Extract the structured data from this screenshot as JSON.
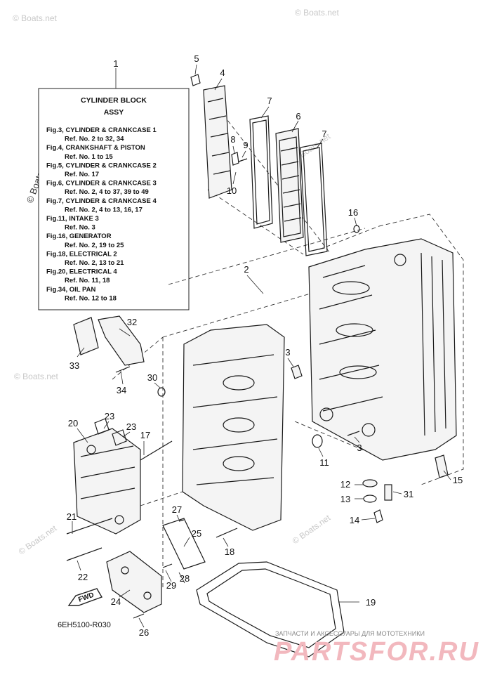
{
  "legend": {
    "title_line1": "CYLINDER  BLOCK",
    "title_line2": "ASSY",
    "lines": [
      "Fig.3, CYLINDER & CRANKCASE 1",
      "Ref. No. 2 to 32, 34",
      "Fig.4, CRANKSHAFT & PISTON",
      "Ref. No. 1 to 15",
      "Fig.5, CYLINDER & CRANKCASE 2",
      "Ref. No. 17",
      "Fig.6, CYLINDER & CRANKCASE 3",
      "Ref. No. 2, 4 to 37, 39 to 49",
      "Fig.7, CYLINDER & CRANKCASE 4",
      "Ref. No. 2, 4 to 13, 16, 17",
      "Fig.11, INTAKE 3",
      "Ref. No. 3",
      "Fig.16, GENERATOR",
      "Ref. No. 2, 19 to 25",
      "Fig.18, ELECTRICAL 2",
      "Ref. No. 2, 13 to 21",
      "Fig.20, ELECTRICAL 4",
      "Ref. No. 11, 18",
      "Fig.34, OIL PAN",
      "Ref. No. 12 to 18"
    ]
  },
  "callouts": [
    "1",
    "2",
    "3",
    "3",
    "4",
    "5",
    "6",
    "7",
    "7",
    "8",
    "9",
    "10",
    "11",
    "12",
    "13",
    "14",
    "15",
    "16",
    "17",
    "18",
    "19",
    "20",
    "21",
    "22",
    "23",
    "23",
    "24",
    "25",
    "26",
    "27",
    "28",
    "29",
    "30",
    "31",
    "32",
    "33",
    "34"
  ],
  "drawing_code": "6EH5100-R030",
  "fwd_label": "FWD",
  "watermark": "© Boats.net",
  "brand": {
    "logo_text": "PARTSFOR.RU",
    "tagline": "ЗАПЧАСТИ И АКСЕССУАРЫ ДЛЯ МОТОТЕХНИКИ"
  }
}
